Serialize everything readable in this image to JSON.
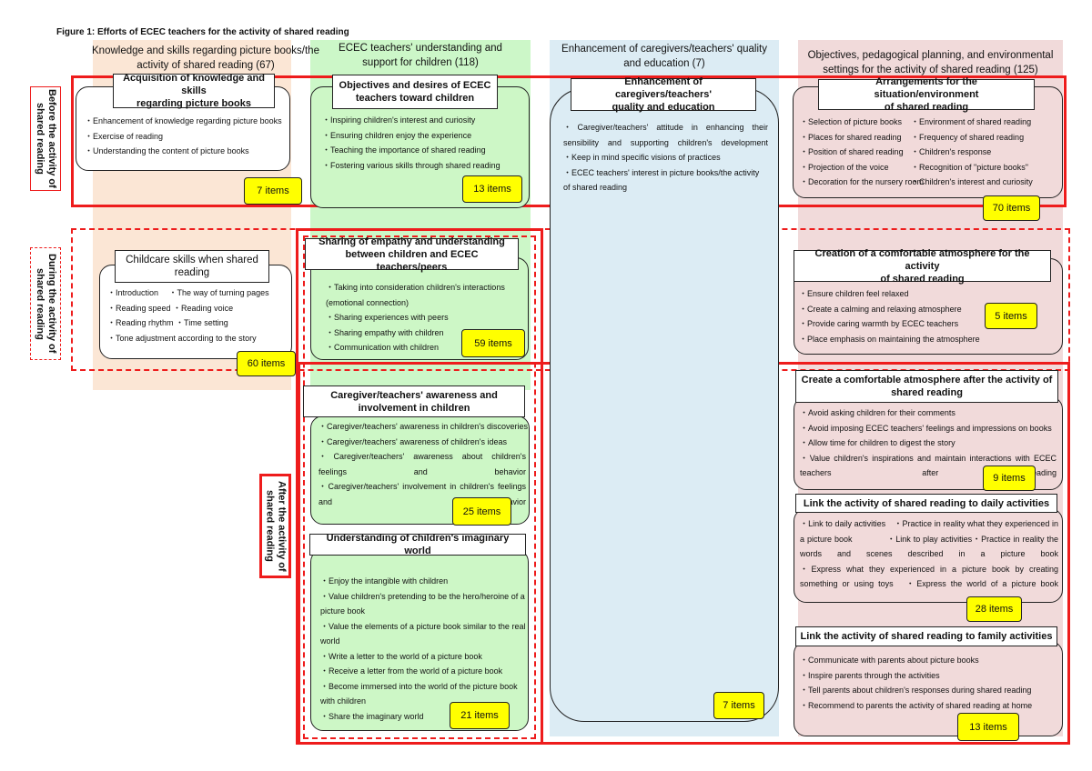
{
  "figure_title": "Figure 1: Efforts of ECEC teachers for the activity of shared reading",
  "columns": [
    {
      "line1": "Knowledge and skills regarding picture books/the",
      "line2": "activity of shared reading (67)"
    },
    {
      "line1": "ECEC teachers' understanding and",
      "line2": "support for children (118)"
    },
    {
      "line1": "Enhancement of caregivers/teachers' quality",
      "line2": "and education (7)"
    },
    {
      "line1": "Objectives, pedagogical planning, and environmental",
      "line2": "settings for the activity of shared reading (125)"
    }
  ],
  "rows": {
    "before": {
      "line1": "Before the activity of",
      "line2": "shared reading"
    },
    "during": {
      "line1": "During the activity of",
      "line2": "shared reading"
    },
    "after": {
      "line1": "After the activity of",
      "line2": "shared reading"
    }
  },
  "boxes": {
    "acq": {
      "title1": "Acquisition of knowledge and skills",
      "title2": "regarding picture books",
      "items": [
        "・Enhancement of knowledge regarding picture books",
        "・Exercise of reading",
        "・Understanding the content of picture books"
      ],
      "count": "7 items"
    },
    "obj": {
      "title1": "Objectives and desires of ECEC",
      "title2": "teachers toward children",
      "items": [
        "・Inspiring children's interest and curiosity",
        "・Ensuring children enjoy the experience",
        "・Teaching the importance of shared reading",
        "・Fostering various skills through shared reading"
      ],
      "count": "13 items"
    },
    "enh": {
      "title1": "Enhancement of caregivers/teachers'",
      "title2": "quality and education",
      "items": [
        "・Caregiver/teachers' attitude in enhancing their sensibility and supporting children's development",
        "・Keep in mind specific visions of practices",
        "・ECEC teachers' interest in picture books/the activity of shared reading"
      ],
      "count": "7 items"
    },
    "arr": {
      "title1": "Arrangements for the situation/environment",
      "title2": "of shared reading",
      "items_left": [
        "・Selection of picture books",
        "・Places for shared reading",
        "・Position of shared reading",
        "・Projection of the voice",
        "・Decoration for the nursery room"
      ],
      "items_right": [
        "・Environment of shared reading",
        "・Frequency of shared reading",
        "・Children's response",
        "・Recognition of \"picture books\"",
        "・Children's interest and curiosity"
      ],
      "count": "70 items"
    },
    "skills": {
      "title1": "Childcare skills when shared",
      "title2": "reading",
      "items": [
        "・Introduction　 ・The way of turning pages",
        "・Reading speed  ・Reading voice",
        "・Reading rhythm  ・Time setting",
        "・Tone adjustment according to the story"
      ],
      "count": "60 items"
    },
    "empathy": {
      "title1": "Sharing of empathy and understanding",
      "title2": "between children and ECEC teachers/peers",
      "items": [
        "・Taking into consideration children's interactions",
        "(emotional connection)",
        "・Sharing experiences with peers",
        "・Sharing empathy with children",
        "・Communication with children"
      ],
      "count": "59 items"
    },
    "comfort_during": {
      "title1": "Creation of a comfortable atmosphere for the activity",
      "title2": "of shared reading",
      "items": [
        "・Ensure children feel relaxed",
        "・Create a calming and relaxing atmosphere",
        "・Provide caring warmth by ECEC teachers",
        "・Place emphasis on maintaining the atmosphere"
      ],
      "count": "5 items"
    },
    "aware": {
      "title1": "Caregiver/teachers' awareness and",
      "title2": "involvement in children",
      "items": [
        "・Caregiver/teachers' awareness in children's discoveries",
        "・Caregiver/teachers' awareness of children's ideas",
        "・Caregiver/teachers' awareness about children's feelings and behavior",
        "・Caregiver/teachers' involvement in children's feelings and behavior"
      ],
      "count": "25 items"
    },
    "imag": {
      "title": "Understanding of children's imaginary world",
      "items": [
        "・Enjoy the intangible with children",
        "・Value children's pretending to be the hero/heroine of a picture book",
        "・Value the elements of a picture book similar to the real world",
        "・Write a letter to the world of a picture book",
        "・Receive a letter from the world of a picture book",
        "・Become immersed into the world of the picture book with children",
        "・Share the imaginary world"
      ],
      "count": "21 items"
    },
    "comfort_after": {
      "title1": "Create a comfortable atmosphere after the activity of",
      "title2": "shared reading",
      "items": [
        "・Avoid asking children for their comments",
        "・Avoid imposing ECEC teachers' feelings and impressions on books",
        "・Allow time for children to digest the story",
        "・Value children's inspirations and maintain interactions with ECEC teachers after reading"
      ],
      "count": "9 items"
    },
    "daily": {
      "title": "Link the activity of shared reading to daily activities",
      "items": [
        "・Link to daily activities　・Practice in reality what they experienced in a picture book　　　　・Link to play activities・Practice in reality the words and scenes described in a picture book",
        "・Express what they experienced in a picture book by creating something or using toys　・Express the world of a picture book"
      ],
      "count": "28 items"
    },
    "family": {
      "title": "Link the activity of shared reading to family activities",
      "items": [
        "・Communicate with parents about picture books",
        "・Inspire parents through the activities",
        "・Tell parents about children's responses during shared reading",
        "・Recommend to parents the activity of shared reading at home"
      ],
      "count": "13 items"
    }
  },
  "colors": {
    "row_border": "#ee1c1c",
    "badge": "#ffff00",
    "col_orange": "#fbe6d5",
    "col_green": "#ccf7c8",
    "col_blue": "#dcecf4",
    "col_pink": "#f1dada"
  }
}
